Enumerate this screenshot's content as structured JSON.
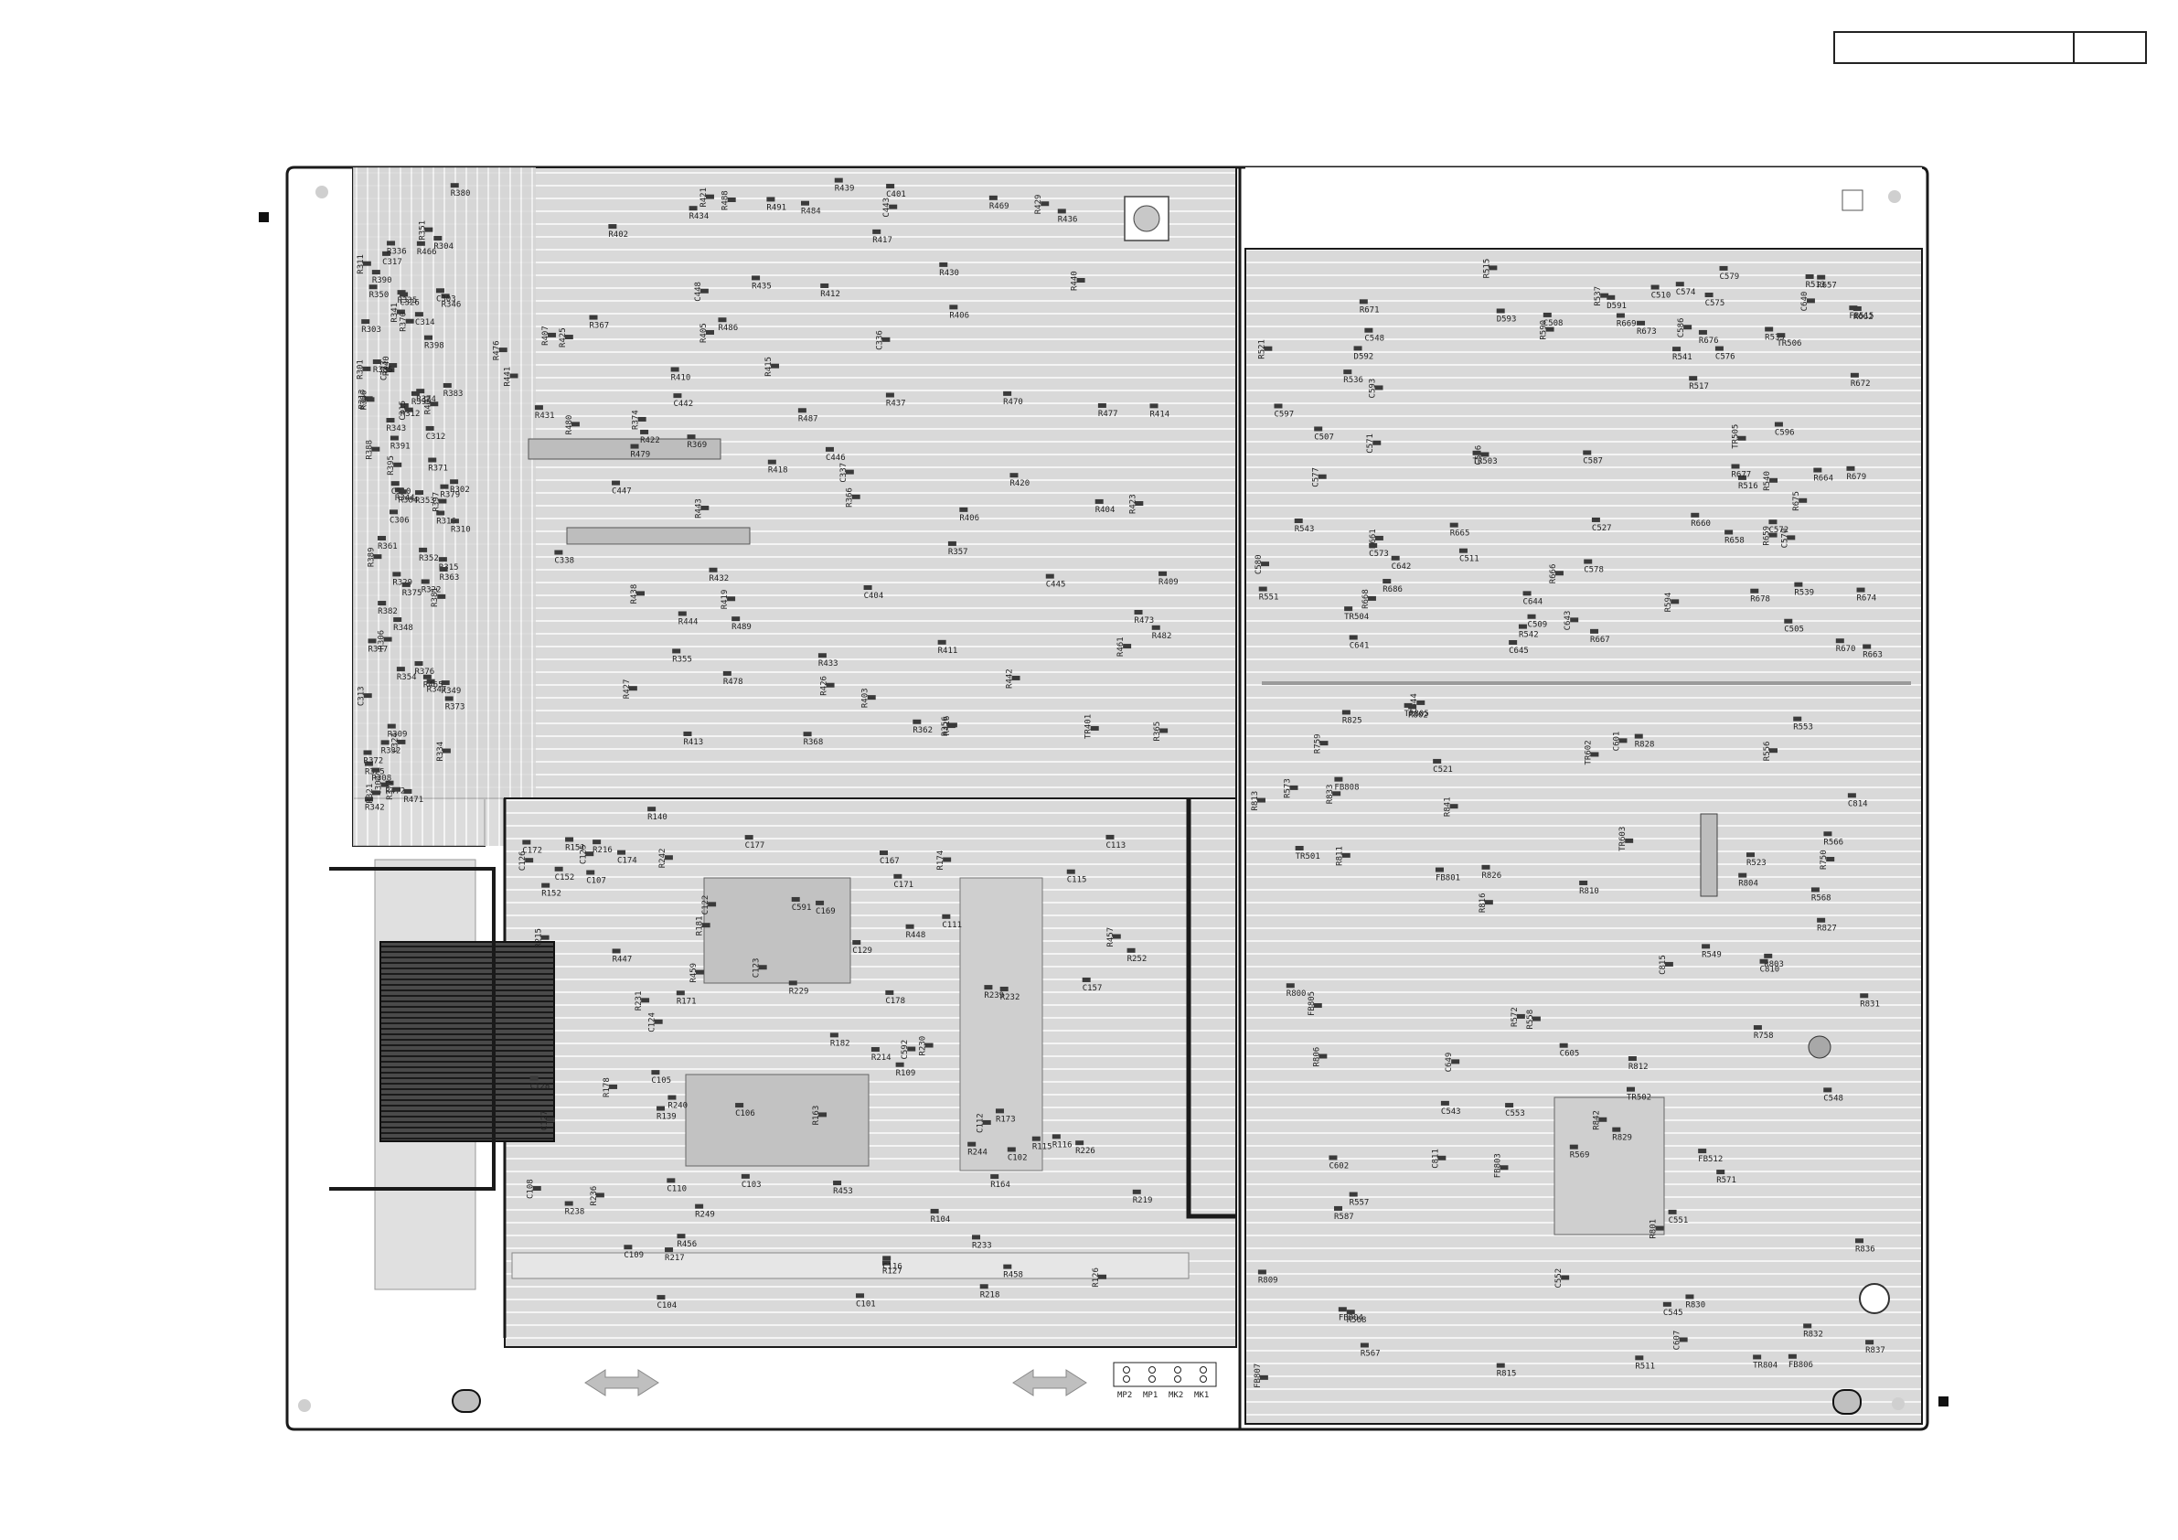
{
  "sheet": {
    "title_block": {
      "left_cell": "",
      "right_cell": ""
    }
  },
  "legend_connectors": [
    "MP2",
    "MP1",
    "MK2",
    "MK1"
  ],
  "component_labels": [
    "R334",
    "C324",
    "R344",
    "C317",
    "R335",
    "R336",
    "R340",
    "R346",
    "C326",
    "R348",
    "R350",
    "R342",
    "R352",
    "R343",
    "R354",
    "R341",
    "R351",
    "R347",
    "R349",
    "R353",
    "C323",
    "R329",
    "R332",
    "C306",
    "R325",
    "R316",
    "R317",
    "C304",
    "R322",
    "C303",
    "R321",
    "R302",
    "R304",
    "R303",
    "R301",
    "R306",
    "R308",
    "R313",
    "R312",
    "C312",
    "R309",
    "C314",
    "C313",
    "R311",
    "R310",
    "C310",
    "C315",
    "R315",
    "R363",
    "R373",
    "R375",
    "R379",
    "R376",
    "R372",
    "R374",
    "R371",
    "R381",
    "R391",
    "R466",
    "R390",
    "R472",
    "R471",
    "R389",
    "R398",
    "R399",
    "R385",
    "R397",
    "R388",
    "R395",
    "R380",
    "R384",
    "R386",
    "R377",
    "R465",
    "R370",
    "R382",
    "R361",
    "R383",
    "R401",
    "R402",
    "R403",
    "R405",
    "R404",
    "R406",
    "C338",
    "C336",
    "C337",
    "R489",
    "C446",
    "R488",
    "R478",
    "R477",
    "R491",
    "C448",
    "R476",
    "R473",
    "R439",
    "R480",
    "R479",
    "C447",
    "R484",
    "R487",
    "C443",
    "C442",
    "R461",
    "R482",
    "C445",
    "TR401",
    "C401",
    "R486",
    "R417",
    "R416",
    "R407",
    "R422",
    "R426",
    "R421",
    "R425",
    "R434",
    "R444",
    "R433",
    "R432",
    "R438",
    "R437",
    "R436",
    "R435",
    "R430",
    "R431",
    "R441",
    "R414",
    "R413",
    "R418",
    "R470",
    "R469",
    "R442",
    "R410",
    "R411",
    "R419",
    "R420",
    "R443",
    "R415",
    "R412",
    "R423",
    "R427",
    "R406",
    "R429",
    "R409",
    "R362",
    "R367",
    "R365",
    "R366",
    "R374",
    "R368",
    "R357",
    "R355",
    "R356",
    "R369",
    "C404",
    "R440",
    "R448",
    "R459",
    "R456",
    "R457",
    "R458",
    "R447",
    "R453",
    "C110",
    "C102",
    "C101",
    "C113",
    "C123",
    "C122",
    "C125",
    "C124",
    "C127",
    "C126",
    "C129",
    "C128",
    "C157",
    "C167",
    "C169",
    "C172",
    "C171",
    "R104",
    "R109",
    "R116",
    "R115",
    "R126",
    "R127",
    "R140",
    "R139",
    "R152",
    "R151",
    "R164",
    "R163",
    "R174",
    "R173",
    "R178",
    "R171",
    "R182",
    "R181",
    "C152",
    "C105",
    "C109",
    "C106",
    "C174",
    "C108",
    "C177",
    "C178",
    "C107",
    "C103",
    "C112",
    "C111",
    "C116",
    "C115",
    "R252",
    "R249",
    "R242",
    "R240",
    "R244",
    "R238",
    "R239",
    "R236",
    "R230",
    "R233",
    "R232",
    "R231",
    "R229",
    "R226",
    "R219",
    "R216",
    "R218",
    "R217",
    "R215",
    "R214",
    "C104",
    "C591",
    "C592",
    "C593",
    "D591",
    "D592",
    "D593",
    "R541",
    "R542",
    "R543",
    "R551",
    "R594",
    "R590",
    "R535",
    "R536",
    "C505",
    "C506",
    "C507",
    "C508",
    "R513",
    "R516",
    "R537",
    "C510",
    "C509",
    "R515",
    "R539",
    "C511",
    "C548",
    "R540",
    "R517",
    "R686",
    "R677",
    "R678",
    "R676",
    "R670",
    "R675",
    "R679",
    "R669",
    "R668",
    "R671",
    "R672",
    "R674",
    "R673",
    "R665",
    "R666",
    "R667",
    "R664",
    "R663",
    "R661",
    "R662",
    "R660",
    "R659",
    "R658",
    "R657",
    "C586",
    "C587",
    "C596",
    "C597",
    "C578",
    "C579",
    "C577",
    "C580",
    "C640",
    "C641",
    "C642",
    "C643",
    "C644",
    "C645",
    "C570",
    "C571",
    "C572",
    "C573",
    "C574",
    "C575",
    "C576",
    "TR504",
    "TR503",
    "TR505",
    "TR506",
    "FB515",
    "C527",
    "R521",
    "R523",
    "C521",
    "R750",
    "R759",
    "C544",
    "R758",
    "R568",
    "FB512",
    "R566",
    "R567",
    "R568",
    "R569",
    "R572",
    "R573",
    "R556",
    "R557",
    "R558",
    "R587",
    "R511",
    "C649",
    "C545",
    "R800",
    "C548",
    "C551",
    "R549",
    "C552",
    "C553",
    "R553",
    "C543",
    "C602",
    "R571",
    "C601",
    "TR501",
    "TR502",
    "R812",
    "C605",
    "C607",
    "TR603",
    "R801",
    "R802",
    "R803",
    "R804",
    "TR602",
    "R810",
    "R811",
    "C810",
    "C814",
    "R837",
    "R841",
    "R826",
    "R842",
    "C811",
    "R809",
    "R806",
    "R813",
    "R833",
    "R832",
    "R830",
    "R831",
    "R825",
    "R828",
    "TR804",
    "FB808",
    "FB807",
    "FB806",
    "FB805",
    "FB804",
    "FB803",
    "FB801",
    "TR805",
    "C815",
    "R836",
    "R829",
    "R827",
    "R816",
    "R815"
  ]
}
